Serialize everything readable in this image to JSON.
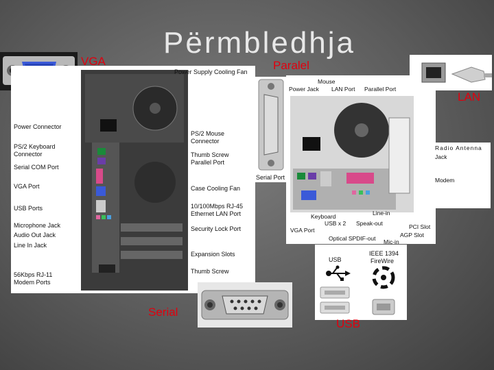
{
  "slide": {
    "title": "Përmbledhja",
    "labels": {
      "vga": "VGA",
      "paralel": "Paralel",
      "lan": "LAN",
      "serial": "Serial",
      "usb": "USB"
    }
  },
  "case_diagram": {
    "left_labels": [
      "Power Connector",
      "PS/2 Keyboard",
      "Connector",
      "Serial COM Port",
      "VGA Port",
      "USB Ports",
      "Microphone Jack",
      "Audio Out Jack",
      "Line In Jack",
      "56Kbps RJ-11",
      "Modem Ports"
    ],
    "right_labels": [
      "Power Supply Cooling Fan",
      "PS/2 Mouse",
      "Connector",
      "Thumb Screw",
      "Parallel Port",
      "Case Cooling Fan",
      "10/100Mbps RJ-45",
      "Ethernet LAN Port",
      "Security Lock Port",
      "Expansion Slots",
      "Thumb Screw"
    ]
  },
  "parallel_photo": {
    "caption": "Serial Port"
  },
  "back_panel": {
    "top_labels": [
      "Mouse",
      "Power Jack",
      "LAN Port",
      "Parallel Port"
    ],
    "right_labels": [
      "Radio Antenna",
      "Jack",
      "Modem",
      "PCI Slot",
      "AGP Slot"
    ],
    "bottom_labels": [
      "Keyboard",
      "USB x 2",
      "Line-in",
      "Speak-out",
      "VGA Port",
      "Optical SPDIF-out",
      "Mic-in"
    ]
  },
  "usb_panel": {
    "usb": "USB",
    "firewire_line1": "IEEE 1394",
    "firewire_line2": "FireWire"
  }
}
